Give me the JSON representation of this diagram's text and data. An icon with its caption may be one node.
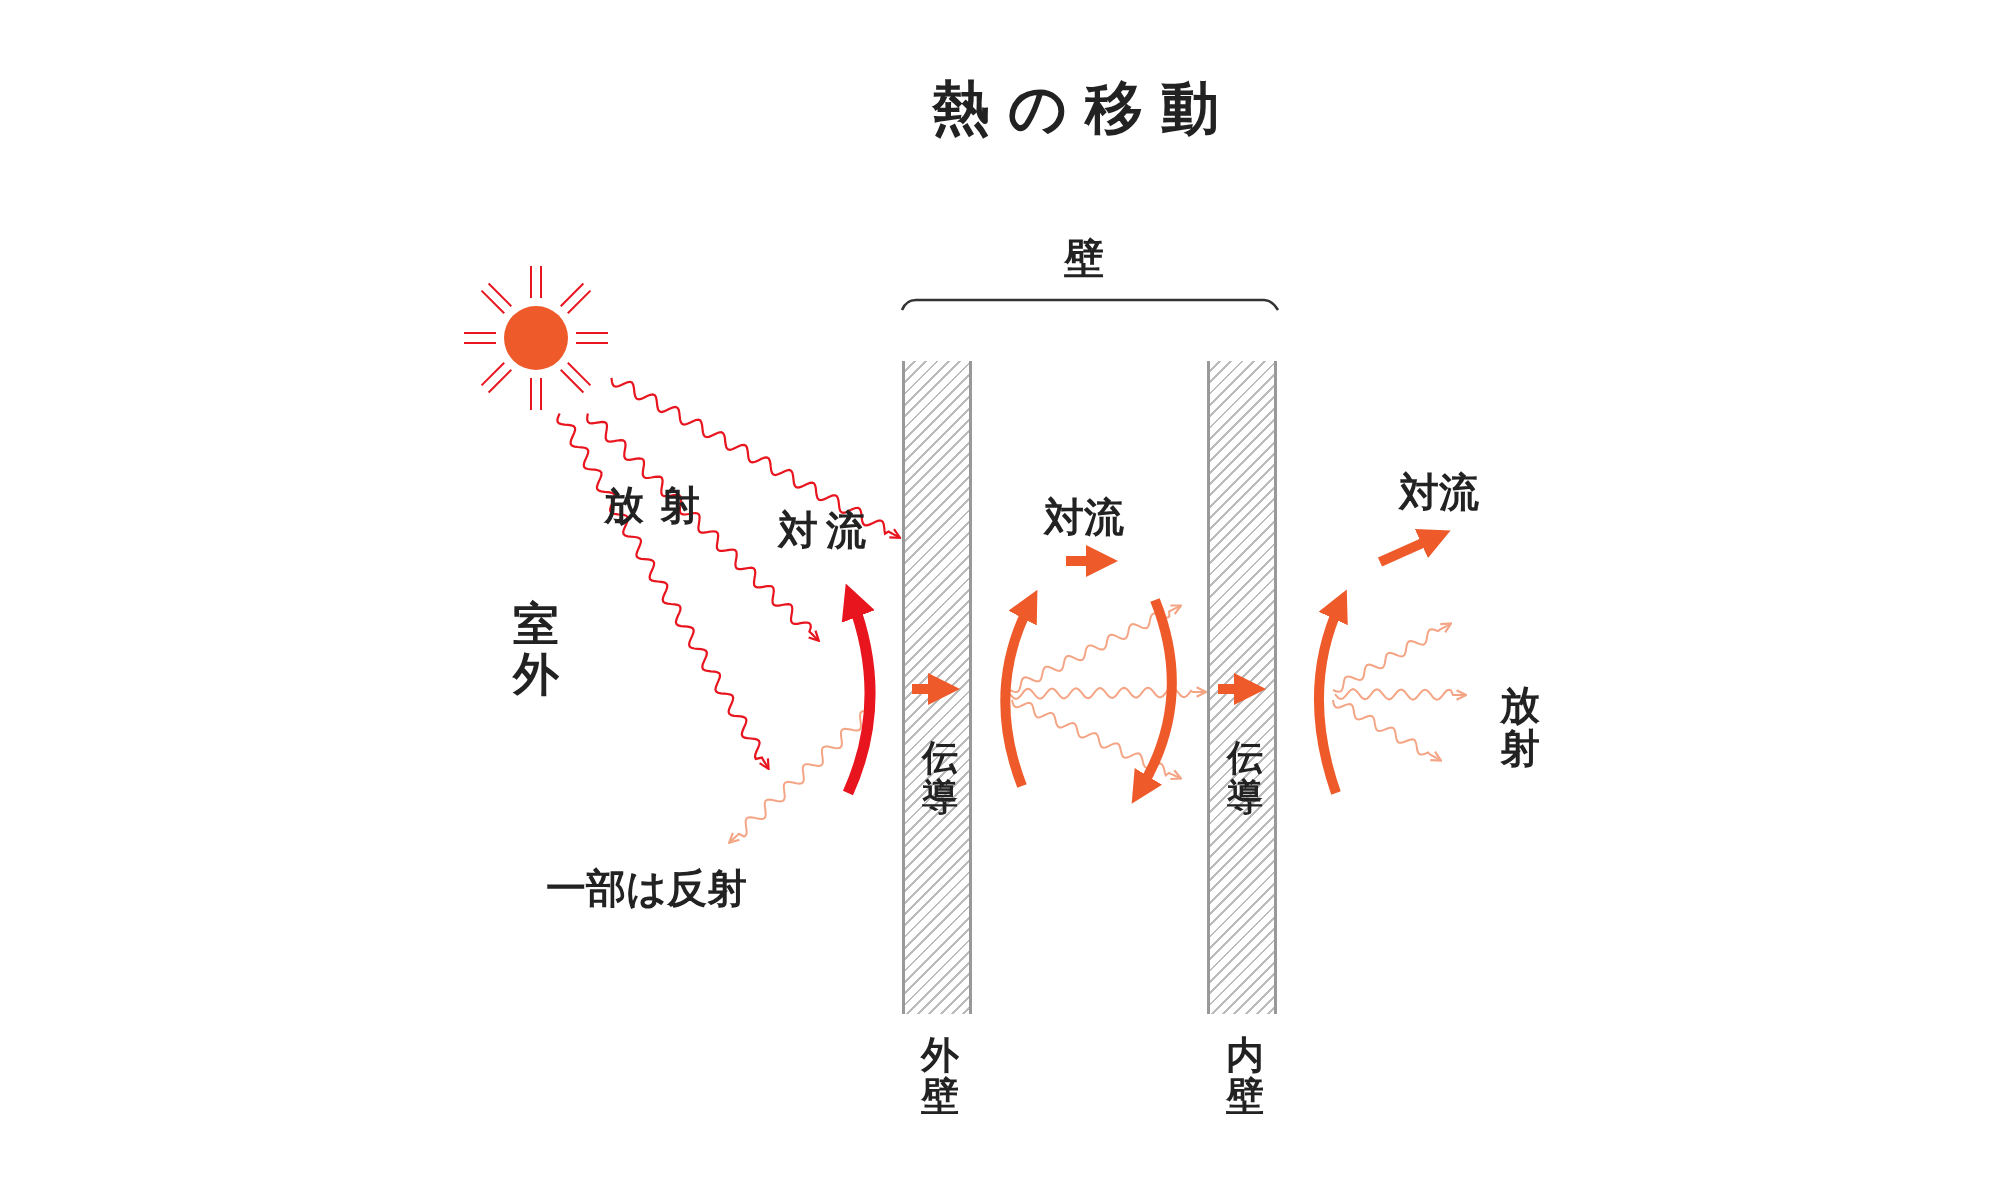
{
  "diagram": {
    "title": "熱の移動",
    "nodes": [
      {
        "text": [],
        "shape": "circle"
      },
      {
        "text": [
          "伝導"
        ],
        "beside": [
          "外壁"
        ]
      },
      {
        "text": [
          "伝導"
        ],
        "beside": [
          "内壁"
        ]
      }
    ],
    "edges": [
      {
        "from": 0,
        "to": 1,
        "arrow": "to"
      },
      {
        "from": 0,
        "to": null,
        "arrow": "to"
      },
      {
        "from": 0,
        "to": null,
        "arrow": "to"
      }
    ],
    "labels": [
      "壁",
      "放射",
      "対流",
      "室外",
      "一部は反射",
      "対流",
      "対流",
      "放射"
    ]
  }
}
